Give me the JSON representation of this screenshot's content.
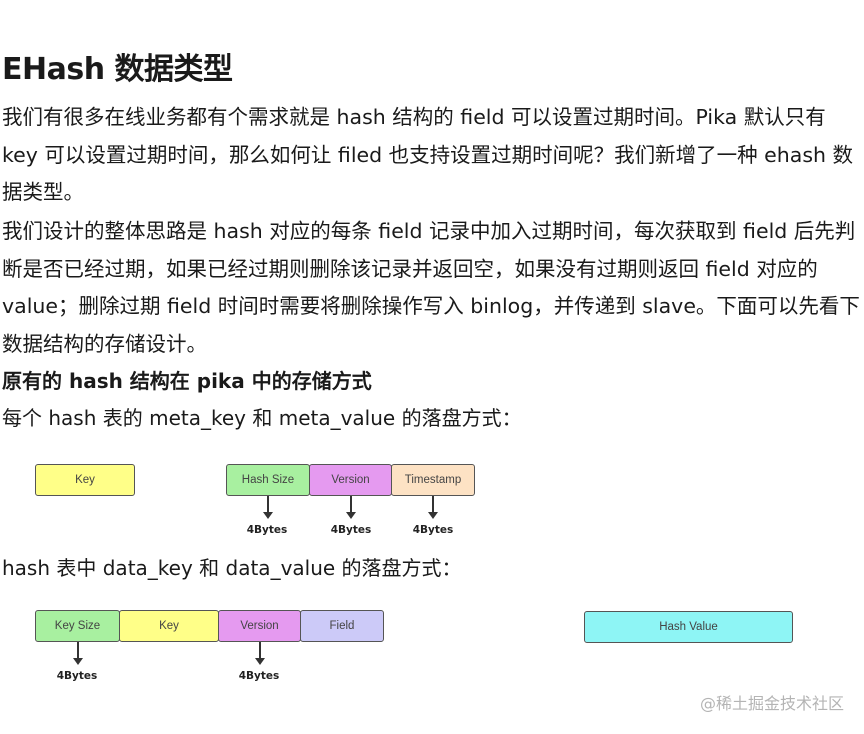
{
  "title": "EHash 数据类型",
  "paragraph1": "我们有很多在线业务都有个需求就是 hash 结构的 field 可以设置过期时间。Pika 默认只有 key 可以设置过期时间，那么如何让 filed 也支持设置过期时间呢？我们新增了一种 ehash 数据类型。",
  "paragraph2": "我们设计的整体思路是 hash 对应的每条 field 记录中加入过期时间，每次获取到 field 后先判断是否已经过期，如果已经过期则删除该记录并返回空，如果没有过期则返回 field 对应的 value；删除过期 field 时间时需要将删除操作写入 binlog，并传递到 slave。下面可以先看下数据结构的存储设计。",
  "subheading": "原有的 hash 结构在 pika 中的存储方式",
  "caption_meta": "每个 hash 表的 meta_key 和 meta_value 的落盘方式：",
  "caption_data": "hash 表中 data_key 和 data_value 的落盘方式：",
  "diagram_meta": {
    "key_label": "Key",
    "value_fields": [
      "Hash Size",
      "Version",
      "Timestamp"
    ],
    "size_labels": [
      "4Bytes",
      "4Bytes",
      "4Bytes"
    ]
  },
  "diagram_data": {
    "key_fields": [
      "Key Size",
      "Key",
      "Version",
      "Field"
    ],
    "size_labels": [
      "4Bytes",
      "4Bytes"
    ],
    "value_label": "Hash Value"
  },
  "colors": {
    "yellow": "#ffff88",
    "green": "#a8f0a0",
    "purple": "#e59af0",
    "peach": "#fde2c4",
    "lavender": "#cccaf8",
    "cyan": "#8ef5f5"
  },
  "watermark": "@稀土掘金技术社区"
}
